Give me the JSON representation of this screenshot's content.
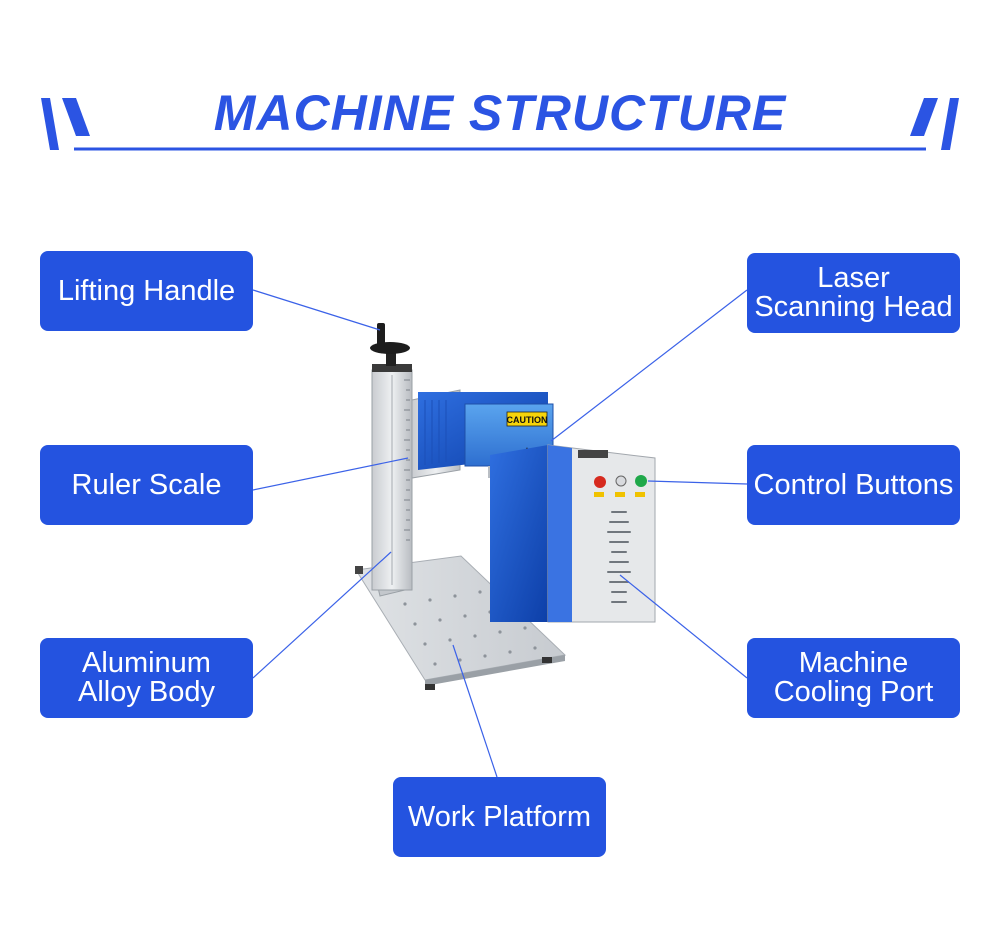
{
  "title": "MACHINE STRUCTURE",
  "colors": {
    "accent": "#2453e0",
    "line": "#3b62e8"
  },
  "labels": {
    "lifting_handle": [
      "Lifting Handle"
    ],
    "ruler_scale": [
      "Ruler Scale"
    ],
    "aluminum_alloy_body": [
      "Aluminum",
      "Alloy Body"
    ],
    "work_platform": [
      "Work Platform"
    ],
    "laser_scanning_head": [
      "Laser",
      "Scanning Head"
    ],
    "control_buttons": [
      "Control Buttons"
    ],
    "machine_cooling_port": [
      "Machine",
      "Cooling Port"
    ]
  },
  "machine": {
    "caution_text": "CAUTION"
  }
}
